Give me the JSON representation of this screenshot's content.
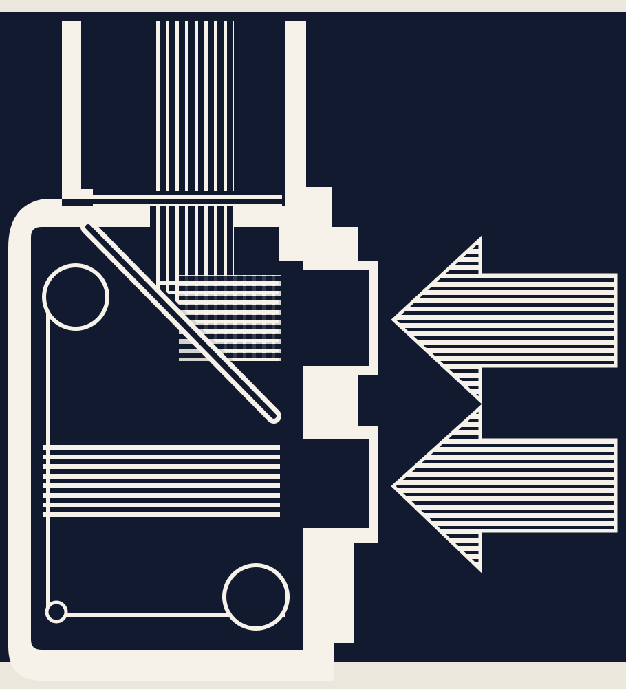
{
  "diagram": {
    "kind": "camera-viewfinder-schematic",
    "style": "woodcut-print",
    "colors": {
      "ink": "#111a2e",
      "paper": "#f6f2ea",
      "background": "#ece7dc"
    },
    "labels": [],
    "elements": {
      "incoming_arrows": 2,
      "lenses": 2,
      "film_spools": 2,
      "mirror": "diagonal-reflex-mirror",
      "light_paths": [
        "vertical-to-viewfinder",
        "horizontal-to-film"
      ]
    }
  }
}
